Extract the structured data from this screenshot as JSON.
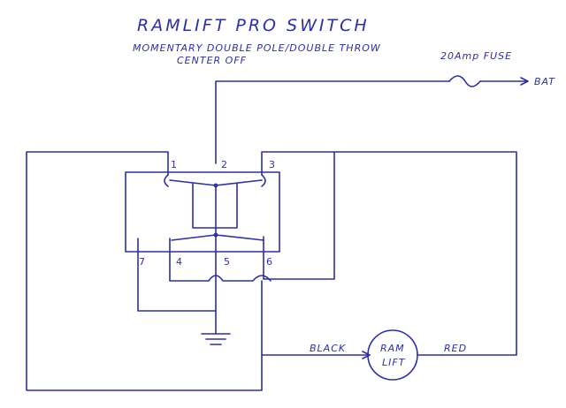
{
  "title": "RAMLIFT PRO SWITCH",
  "subtitle_line1": "MOMENTARY DOUBLE POLE/DOUBLE THROW",
  "subtitle_line2": "CENTER OFF",
  "fuse_label": "20Amp FUSE",
  "battery_label": "BAT",
  "terminals": [
    "1",
    "2",
    "3",
    "7",
    "4",
    "5",
    "6"
  ],
  "wire_black_label": "BLACK",
  "wire_red_label": "RED",
  "motor_label_line1": "RAM",
  "motor_label_line2": "LIFT",
  "colors": {
    "ink": "#2b2fa8",
    "background": "#ffffff"
  }
}
